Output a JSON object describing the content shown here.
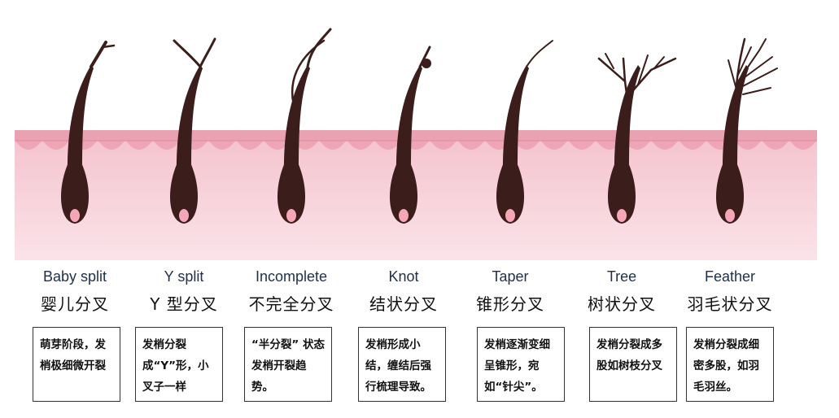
{
  "types": [
    {
      "en": "Baby split",
      "zh": "婴儿分叉",
      "desc": "萌芽阶段，发梢极细微开裂",
      "icon": "baby-split-hair-icon"
    },
    {
      "en": "Y split",
      "zh": "Y 型分叉",
      "desc": "发梢分裂成“Y”形，小叉子一样",
      "icon": "y-split-hair-icon"
    },
    {
      "en": "Incomplete",
      "zh": "不完全分叉",
      "desc": "“半分裂” 状态发梢开裂趋势。",
      "icon": "incomplete-split-hair-icon"
    },
    {
      "en": "Knot",
      "zh": "结状分叉",
      "desc": "发梢形成小结，缠结后强行梳理导致。",
      "icon": "knot-hair-icon"
    },
    {
      "en": "Taper",
      "zh": "锥形分叉",
      "desc": "发梢逐渐变细呈锥形，宛如“针尖”。",
      "icon": "taper-hair-icon"
    },
    {
      "en": "Tree",
      "zh": "树状分叉",
      "desc": "发梢分裂成多股如树枝分叉",
      "icon": "tree-split-hair-icon"
    },
    {
      "en": "Feather",
      "zh": "羽毛状分叉",
      "desc": "发梢分裂成细密多股，如羽毛羽丝。",
      "icon": "feather-split-hair-icon"
    }
  ],
  "colors": {
    "hair": "#3b1e1b",
    "skin_top": "#f2b8c4",
    "skin_wave": "#e88ba0",
    "skin_body": "#f7d3dc",
    "follicle_tip": "#f6a7b7"
  }
}
